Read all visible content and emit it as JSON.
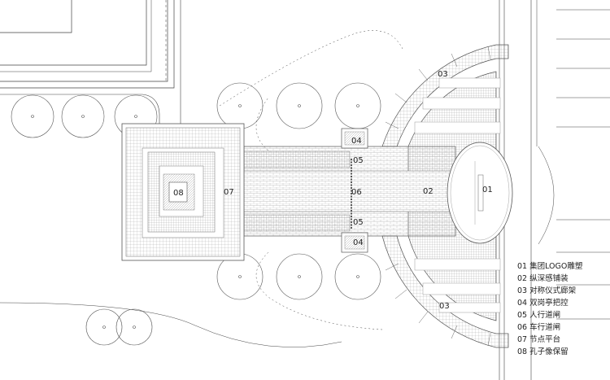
{
  "labels": {
    "logo": "01",
    "paving": "02",
    "gallery_top": "03",
    "gallery_bottom": "03",
    "pavilion_top": "04",
    "pavilion_bottom": "04",
    "walkway_top": "05",
    "walkway_bottom": "05",
    "driveway": "06",
    "platform": "07",
    "statue": "08"
  },
  "legend": {
    "items": [
      "01 集团LOGO雕塑",
      "02 纵深感铺装",
      "03 对称仪式廊架",
      "04 双岗亭把控",
      "05 人行道闸",
      "06 车行道闸",
      "07 节点平台",
      "08 孔子像保留"
    ]
  }
}
